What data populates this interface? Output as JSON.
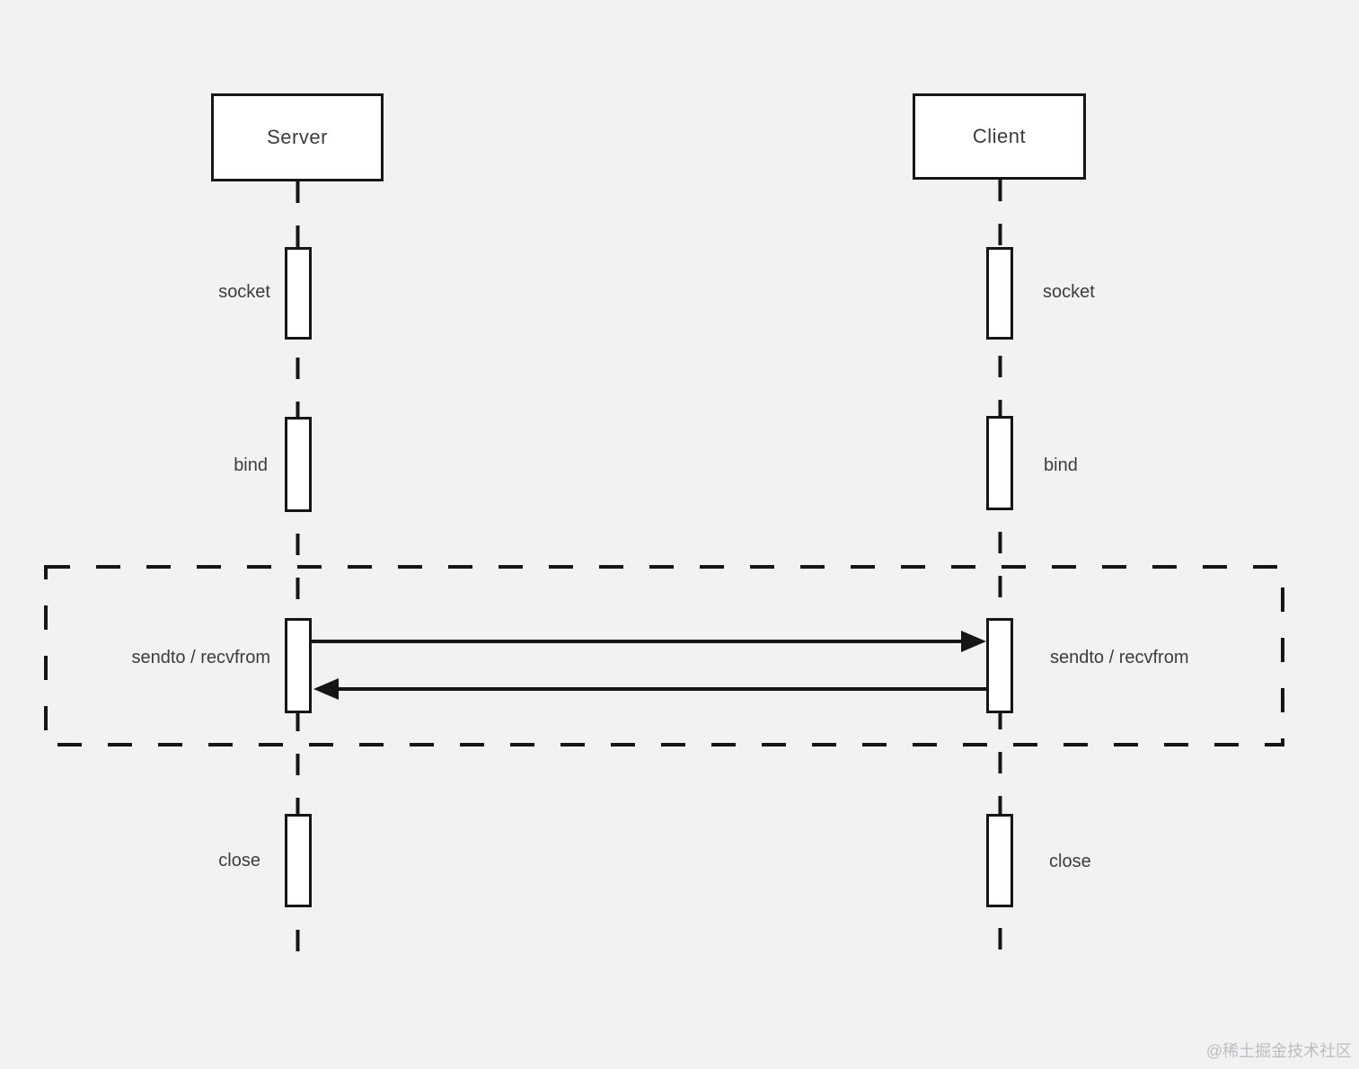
{
  "diagram": {
    "type": "sequence-diagram",
    "topic": "UDP socket communication flow",
    "colors": {
      "background": "#f2f2f3",
      "stroke": "#161616",
      "text": "#3c3c3c",
      "watermark": "#bdbdc2"
    }
  },
  "actors": {
    "server": "Server",
    "client": "Client"
  },
  "server_steps": {
    "socket": "socket",
    "bind": "bind",
    "exchange": "sendto / recvfrom",
    "close": "close"
  },
  "client_steps": {
    "socket": "socket",
    "bind": "bind",
    "exchange": "sendto / recvfrom",
    "close": "close"
  },
  "messages": {
    "request": "server-to-client arrow",
    "response": "client-to-server arrow"
  },
  "watermark": "@稀土掘金技术社区"
}
